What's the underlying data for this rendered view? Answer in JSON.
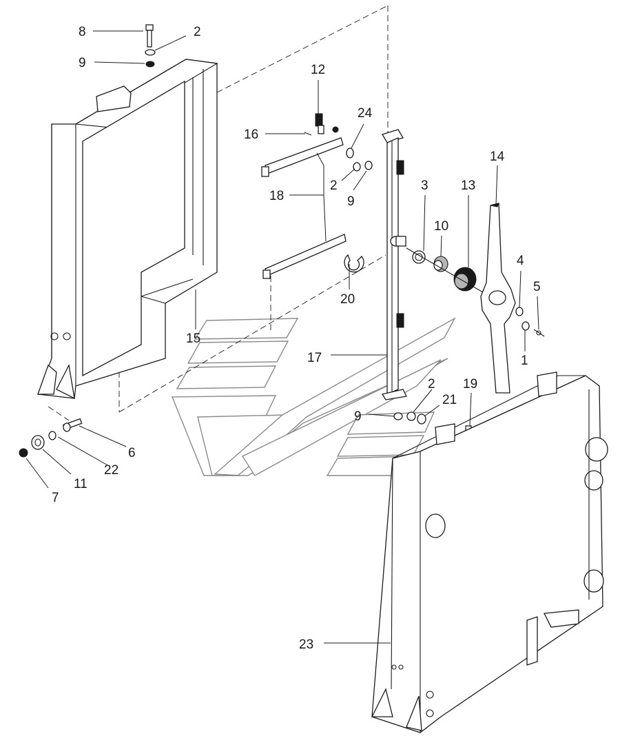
{
  "diagram": {
    "callouts": [
      {
        "id": "8",
        "text": "8"
      },
      {
        "id": "2a",
        "text": "2"
      },
      {
        "id": "9a",
        "text": "9"
      },
      {
        "id": "12",
        "text": "12"
      },
      {
        "id": "24",
        "text": "24"
      },
      {
        "id": "16",
        "text": "16"
      },
      {
        "id": "2b",
        "text": "2"
      },
      {
        "id": "9b",
        "text": "9"
      },
      {
        "id": "18",
        "text": "18"
      },
      {
        "id": "14",
        "text": "14"
      },
      {
        "id": "3",
        "text": "3"
      },
      {
        "id": "13",
        "text": "13"
      },
      {
        "id": "10",
        "text": "10"
      },
      {
        "id": "4",
        "text": "4"
      },
      {
        "id": "5",
        "text": "5"
      },
      {
        "id": "20",
        "text": "20"
      },
      {
        "id": "1",
        "text": "1"
      },
      {
        "id": "15",
        "text": "15"
      },
      {
        "id": "17",
        "text": "17"
      },
      {
        "id": "2c",
        "text": "2"
      },
      {
        "id": "19",
        "text": "19"
      },
      {
        "id": "9c",
        "text": "9"
      },
      {
        "id": "21",
        "text": "21"
      },
      {
        "id": "6",
        "text": "6"
      },
      {
        "id": "22",
        "text": "22"
      },
      {
        "id": "11",
        "text": "11"
      },
      {
        "id": "7",
        "text": "7"
      },
      {
        "id": "23",
        "text": "23"
      }
    ]
  }
}
